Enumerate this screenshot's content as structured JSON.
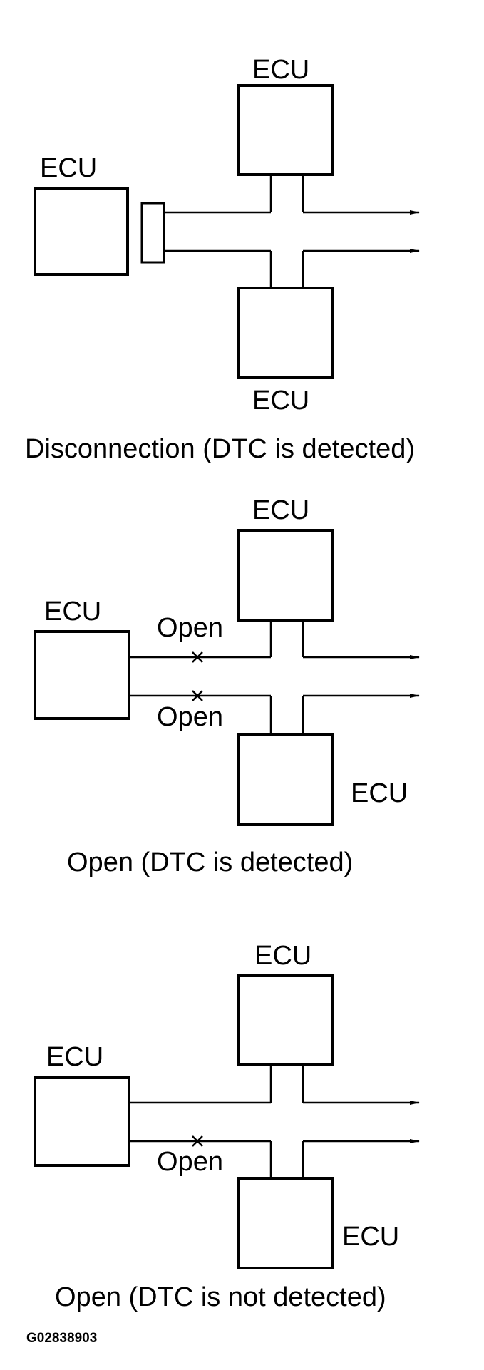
{
  "figure_code": "G02838903",
  "panels": [
    {
      "ecu_top": "ECU",
      "ecu_left": "ECU",
      "ecu_bottom": "ECU",
      "caption": "Disconnection (DTC is detected)"
    },
    {
      "ecu_top": "ECU",
      "ecu_left": "ECU",
      "ecu_bottom": "ECU",
      "open_upper": "Open",
      "open_lower": "Open",
      "caption": "Open (DTC is detected)"
    },
    {
      "ecu_top": "ECU",
      "ecu_left": "ECU",
      "ecu_bottom": "ECU",
      "open_lower": "Open",
      "caption": "Open (DTC is not detected)"
    }
  ],
  "icons": {
    "arrowhead": "arrow-right-icon",
    "break_mark": "x-break-icon",
    "connector": "connector-icon"
  }
}
